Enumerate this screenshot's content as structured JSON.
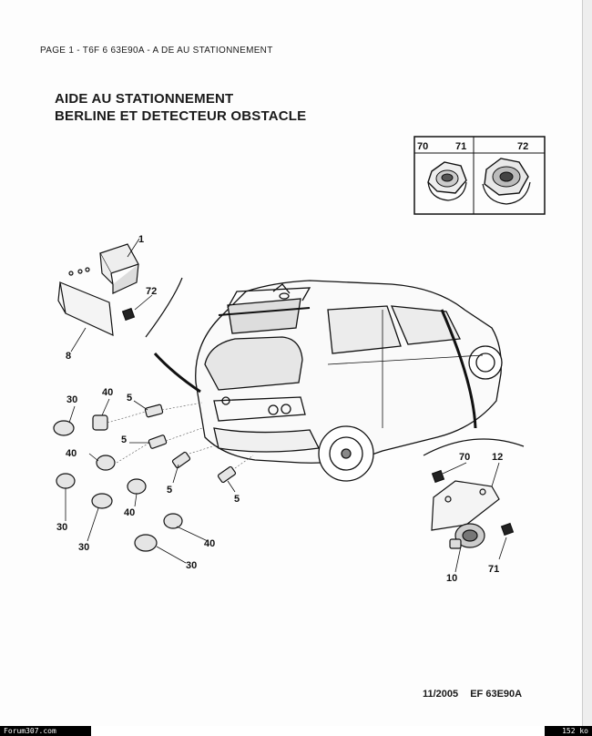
{
  "header": {
    "page_ref": "PAGE 1 - T6F  6 63E90A - A DE AU STATIONNEMENT",
    "title_line1": "AIDE AU STATIONNEMENT",
    "title_line2": "BERLINE ET DETECTEUR OBSTACLE"
  },
  "inset_nuts": {
    "label_a": "70",
    "label_b": "71",
    "label_c": "72"
  },
  "callouts": {
    "c1": "1",
    "c72": "72",
    "c8": "8",
    "c30a": "30",
    "c40a": "40",
    "c5a": "5",
    "c40b": "40",
    "c5b": "5",
    "c30b": "30",
    "c5c": "5",
    "c40c": "40",
    "c30c": "30",
    "c5d": "5",
    "c40d": "40",
    "c30d": "30",
    "c70": "70",
    "c12": "12",
    "c10": "10",
    "c71": "71"
  },
  "footer": {
    "date": "11/2005",
    "ref": "EF 63E90A"
  },
  "bottom_bar": {
    "site": "Forum307.com",
    "size": "152 ko"
  }
}
